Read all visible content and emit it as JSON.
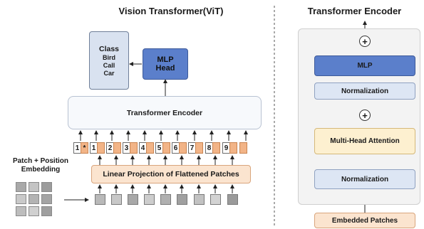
{
  "vit": {
    "title": "Vision Transformer(ViT)",
    "class_box": {
      "heading": "Class",
      "items": [
        "Bird",
        "Call",
        "Car"
      ]
    },
    "mlp_head": {
      "line1": "MLP",
      "line2": "Head"
    },
    "encoder_label": "Transformer Encoder",
    "tokens": [
      "1",
      "*",
      "1",
      "2",
      "3",
      "4",
      "5",
      "6",
      "7",
      "8",
      "9"
    ],
    "projection_label": "Linear Projection of Flattened Patches",
    "patch_embedding_label": {
      "line1": "Patch + Position",
      "line2": "Embedding"
    }
  },
  "encoder": {
    "title": "Transformer Encoder",
    "mlp": "MLP",
    "norm_top": "Normalization",
    "attention": "Multi-Head Attention",
    "norm_bottom": "Normalization",
    "embedded": "Embedded Patches",
    "plus": "+"
  },
  "colors": {
    "encoder_fill": "#f7f9fc",
    "class_fill": "#d9e2f0",
    "mlp_fill": "#5b7fcb",
    "norm_fill": "#dde6f4",
    "attention_fill": "#fdf0d0",
    "embedded_fill": "#fbe4cf",
    "projection_fill": "#fbe4cf",
    "embedding_orange": "#f2b487"
  }
}
